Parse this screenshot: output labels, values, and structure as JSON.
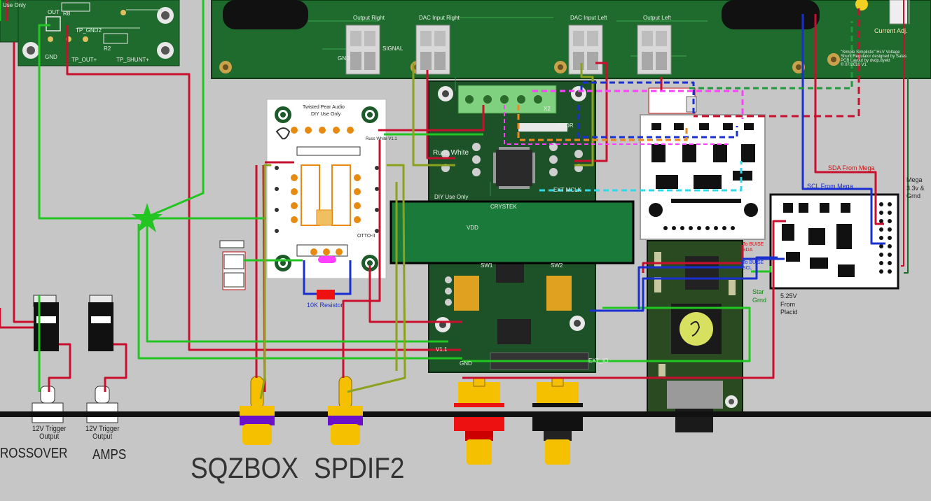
{
  "jacks": {
    "sqzbox": "SQZBOX",
    "spdif2": "SPDIF2",
    "crossover": "ROSSOVER",
    "amps": "AMPS",
    "trigger_output": "12V Trigger\nOutput"
  },
  "amp_board": {
    "output_right": "Output Right",
    "dac_input_right": "DAC Input Right",
    "dac_input_left": "DAC Input Left",
    "output_left": "Output Left",
    "gnd": "GND",
    "signal": "SIGNAL",
    "current_adj": "Current Adj.",
    "credit": "\"Simple Simplistic\" Hi-V Voltage\nShunt Regulator designed by Salas\nPCB Layout by dvdp.dyekt\n© 07/2010 V1"
  },
  "shunt_board": {
    "use_only": "Use Only",
    "gnd": "GND",
    "out": "OUT",
    "tp_gnd2": "TP_GND2",
    "tp_out": "TP_OUT+",
    "tp_shunt": "TP_SHUNT+",
    "r8": "R8",
    "r2": "R2"
  },
  "otto_board": {
    "title": "Twisted Pear Audio",
    "subtitle": "DIY Use Only",
    "version": "Russ White V1.1",
    "name": "OTTO-II",
    "resistor_label": "10K Resistor"
  },
  "dac_board": {
    "top_label": "Russ White",
    "bottom_label": "DIY Use Only",
    "ext_mclk": "EXT MCLK",
    "crystek": "CRYSTEK",
    "addr": "ADDR",
    "ext_io": "EXT_IO",
    "gnd": "GND",
    "vdd": "VDD",
    "sw1": "SW1",
    "sw2": "SW2",
    "x2": "X2",
    "version": "V1.1"
  },
  "annotations": {
    "sda_from_mega": "SDA From Mega",
    "scl_from_mega": "SCL From Mega",
    "mega_power": "Mega\n3.3v &\nGrnd",
    "to_buise_sda": "To BUISE\nSDA",
    "to_buise_scl": "To BUISE\nSCL",
    "star_grnd": "Star\nGrnd",
    "from_placid": "5.25V\nFrom\nPlacid"
  },
  "colors": {
    "wire_red": "#c8102e",
    "wire_green": "#22c522",
    "wire_olive": "#8aa21f",
    "wire_blue": "#1a2fd0",
    "wire_magenta": "#e020e0",
    "wire_orange": "#f08a20",
    "wire_cyan": "#30d8e8",
    "pcb_green": "#1f5a2a",
    "connector_gold": "#f5c000",
    "ring_purple": "#6a10c8"
  }
}
